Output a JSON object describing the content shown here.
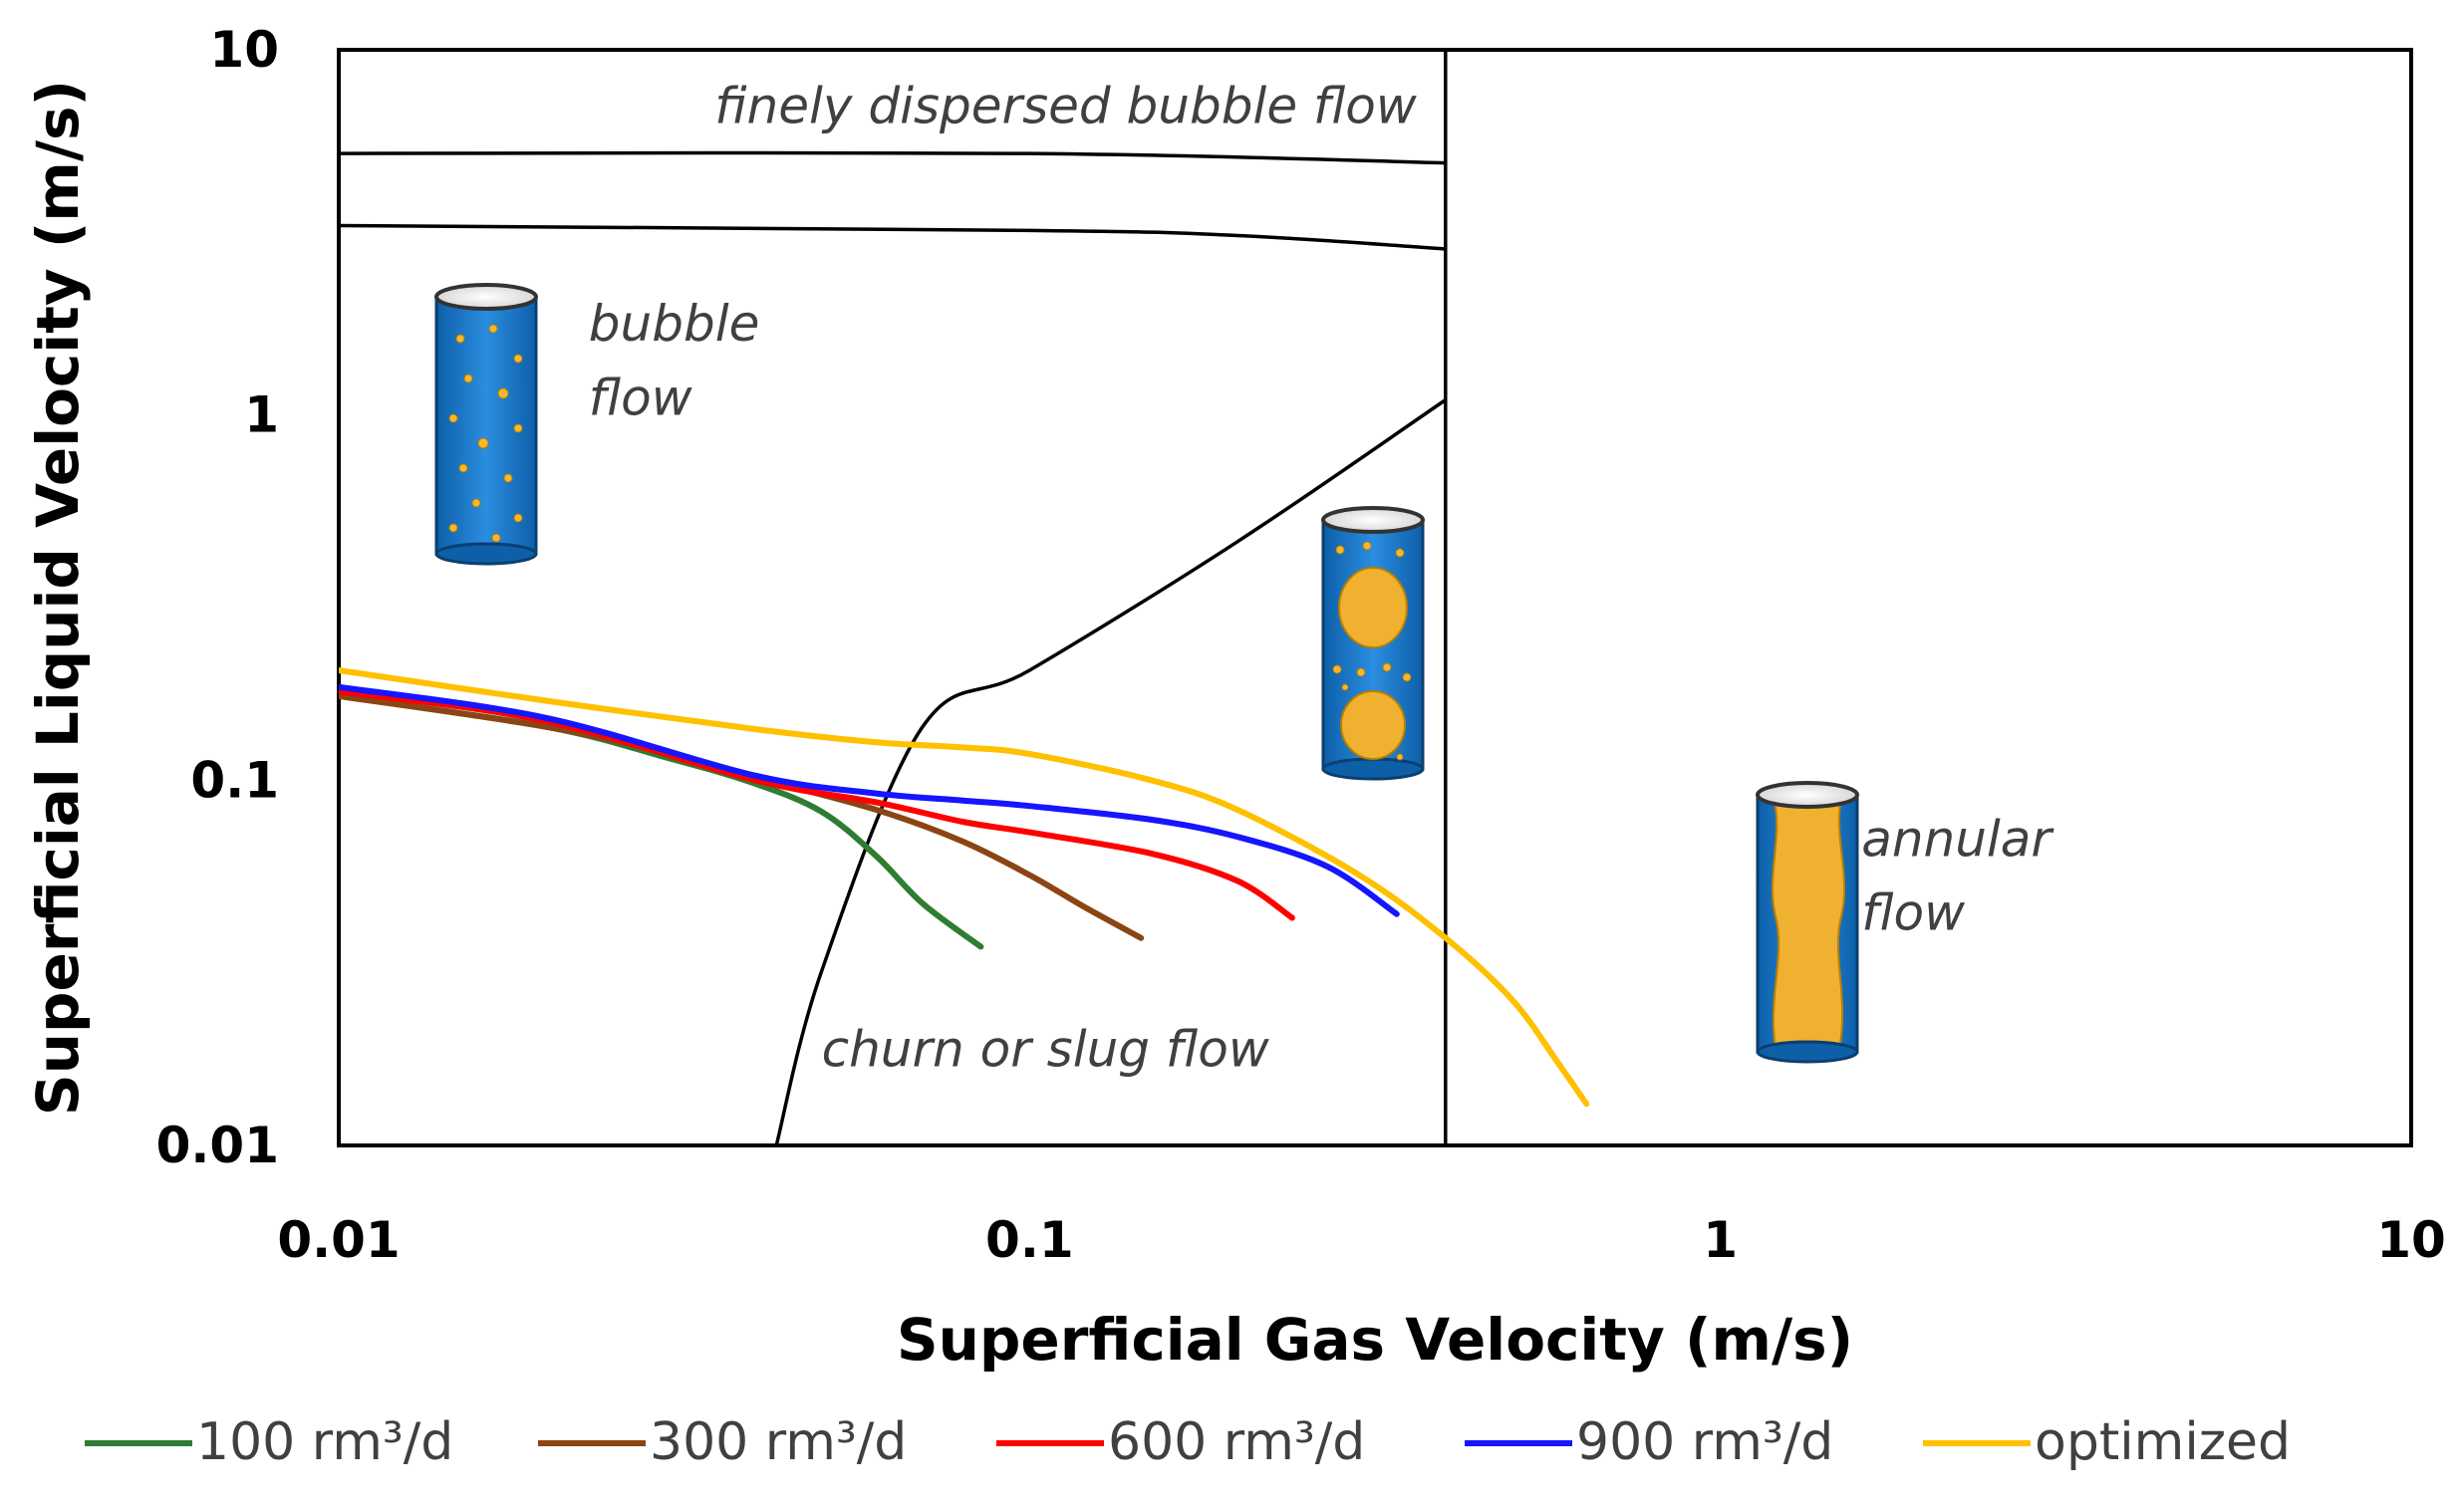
{
  "chart_data": {
    "type": "line",
    "title": "",
    "xlabel": "Superficial Gas Velocity (m/s)",
    "ylabel": "Superficial Liquid Velocity (m/s)",
    "x_scale": "log",
    "y_scale": "log",
    "xlim": [
      0.01,
      10
    ],
    "ylim": [
      0.01,
      10
    ],
    "x_ticks": [
      0.01,
      0.1,
      1,
      10
    ],
    "x_tick_labels": [
      "0.01",
      "0.1",
      "1",
      "10"
    ],
    "y_ticks": [
      0.01,
      0.1,
      1,
      10
    ],
    "y_tick_labels": [
      "0.01",
      "0.1",
      "1",
      "10"
    ],
    "grid": false,
    "legend_position": "bottom",
    "regions": [
      {
        "label": "finely dispersed bubble flow",
        "x": 0.035,
        "y": 6.3
      },
      {
        "label": "bubble",
        "x": 0.023,
        "y": 1.6
      },
      {
        "label": "flow",
        "x": 0.023,
        "y": 1.0
      },
      {
        "label": "churn or slug flow",
        "x": 0.05,
        "y": 0.0165
      },
      {
        "label": "annular",
        "x": 1.6,
        "y": 0.062
      },
      {
        "label": "flow",
        "x": 1.6,
        "y": 0.039
      }
    ],
    "boundaries": [
      {
        "name": "dispersed-upper",
        "x": [
          0.01,
          0.1,
          0.4
        ],
        "y": [
          5.2,
          5.2,
          4.9
        ]
      },
      {
        "name": "dispersed-lower",
        "x": [
          0.01,
          0.1,
          0.2,
          0.4
        ],
        "y": [
          3.3,
          3.2,
          3.1,
          2.85
        ]
      },
      {
        "name": "bubble-slug",
        "x": [
          0.043,
          0.05,
          0.07,
          0.1,
          0.2,
          0.4
        ],
        "y": [
          0.01,
          0.03,
          0.14,
          0.2,
          0.45,
          1.1
        ]
      },
      {
        "name": "slug-annular",
        "x": [
          0.4,
          0.4
        ],
        "y": [
          0.01,
          10
        ]
      }
    ],
    "series": [
      {
        "name": "100 rm³/d",
        "color": "#2e7d32",
        "x": [
          0.01,
          0.02,
          0.03,
          0.04,
          0.05,
          0.06,
          0.07,
          0.085
        ],
        "y": [
          0.17,
          0.14,
          0.115,
          0.098,
          0.082,
          0.062,
          0.046,
          0.035
        ]
      },
      {
        "name": "300 rm³/d",
        "color": "#8b4513",
        "x": [
          0.01,
          0.02,
          0.03,
          0.04,
          0.06,
          0.08,
          0.1,
          0.12,
          0.145
        ],
        "y": [
          0.17,
          0.14,
          0.118,
          0.102,
          0.083,
          0.068,
          0.055,
          0.045,
          0.037
        ]
      },
      {
        "name": "600 rm³/d",
        "color": "#ff0000",
        "x": [
          0.01,
          0.02,
          0.04,
          0.06,
          0.08,
          0.1,
          0.15,
          0.2,
          0.24
        ],
        "y": [
          0.175,
          0.145,
          0.1,
          0.087,
          0.077,
          0.072,
          0.063,
          0.053,
          0.042
        ]
      },
      {
        "name": "900 rm³/d",
        "color": "#1515ff",
        "x": [
          0.01,
          0.02,
          0.04,
          0.06,
          0.08,
          0.1,
          0.15,
          0.2,
          0.27,
          0.34
        ],
        "y": [
          0.18,
          0.148,
          0.103,
          0.092,
          0.088,
          0.085,
          0.078,
          0.07,
          0.058,
          0.043
        ]
      },
      {
        "name": "optimized",
        "color": "#ffc000",
        "x": [
          0.01,
          0.02,
          0.04,
          0.06,
          0.08,
          0.1,
          0.15,
          0.2,
          0.3,
          0.4,
          0.5,
          0.58,
          0.64
        ],
        "y": [
          0.2,
          0.165,
          0.138,
          0.127,
          0.123,
          0.118,
          0.1,
          0.083,
          0.055,
          0.037,
          0.025,
          0.017,
          0.013
        ]
      }
    ]
  }
}
